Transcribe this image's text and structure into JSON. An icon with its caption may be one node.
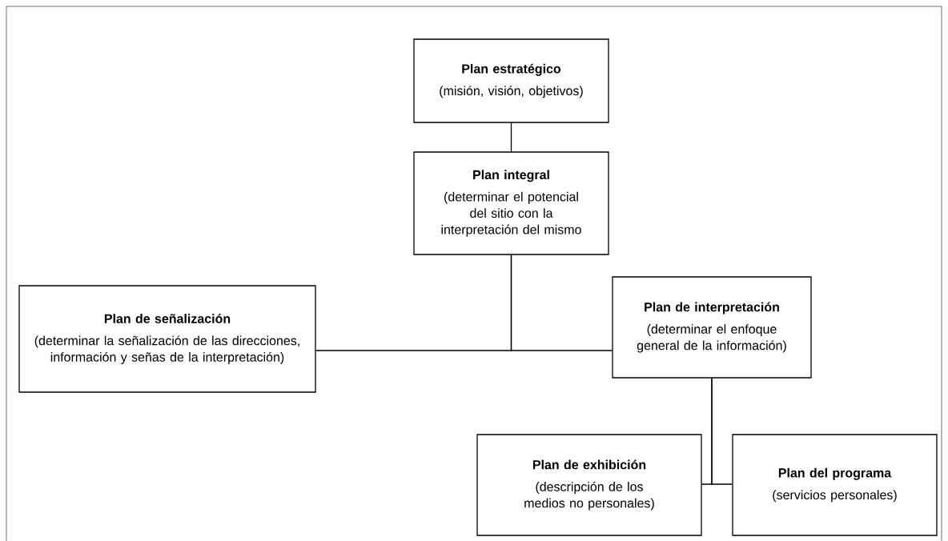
{
  "diagram": {
    "nodes": [
      {
        "text": [
          "Plan estratégico",
          "(misión, visión, objetivos)"
        ]
      },
      {
        "text": [
          "Plan integral",
          "(determinar el potencial del sitio con la interpretación del mismo"
        ]
      },
      {
        "text": [
          "Plan de señalización",
          "(determinar la señalización de las direcciones, información y señas de la interpretación)"
        ]
      },
      {
        "text": [
          "Plan de interpretación",
          "(determinar el enfoque general de la información)"
        ]
      },
      {
        "text": [
          "Plan de exhibición",
          "(descripción de los medios no personales)"
        ]
      },
      {
        "text": [
          "Plan del programa",
          "(servicios personales)"
        ]
      }
    ],
    "edges": [
      {
        "from": 0,
        "to": 1,
        "arrow": "none"
      },
      {
        "from": 1,
        "to": 2,
        "arrow": "none"
      },
      {
        "from": 1,
        "to": 3,
        "arrow": "none"
      },
      {
        "from": 3,
        "to": 4,
        "arrow": "none"
      },
      {
        "from": 3,
        "to": 5,
        "arrow": "none"
      }
    ]
  }
}
